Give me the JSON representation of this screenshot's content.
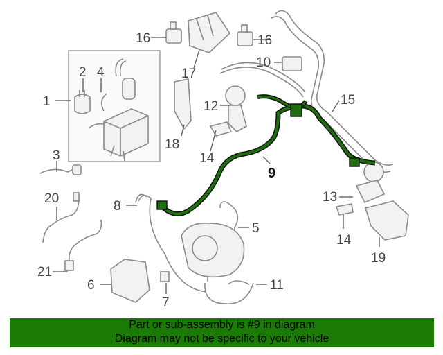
{
  "callouts": {
    "c1": "1",
    "c2": "2",
    "c3": "3",
    "c4": "4",
    "c5": "5",
    "c6": "6",
    "c7": "7",
    "c8": "8",
    "c9": "9",
    "c10": "10",
    "c11": "11",
    "c12": "12",
    "c13": "13",
    "c14a": "14",
    "c14b": "14",
    "c15": "15",
    "c16a": "16",
    "c16b": "16",
    "c17": "17",
    "c18": "18",
    "c19": "19",
    "c20": "20",
    "c21": "21"
  },
  "highlight": {
    "part_number": "9",
    "color": "#000000",
    "part_fill": "#1f6e0e"
  },
  "footer": {
    "line1": "Part or sub-assembly is #9 in diagram",
    "line2": "Diagram may not be specific to your vehicle",
    "background": "#1c7a06"
  }
}
